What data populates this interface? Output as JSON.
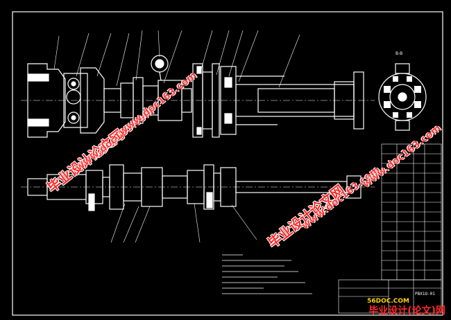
{
  "drawing": {
    "section_label": "B-B",
    "title_block_code": "PBX1O-01"
  },
  "watermarks": {
    "cn": "毕业设计论文网",
    "url": "www.doc163.com"
  },
  "brand": {
    "url": "56DOC.COM",
    "cn": "毕业设计(论文)网"
  },
  "colors": {
    "line": "#ffffff",
    "bg": "#000000",
    "watermark": "#ff2a2a"
  }
}
